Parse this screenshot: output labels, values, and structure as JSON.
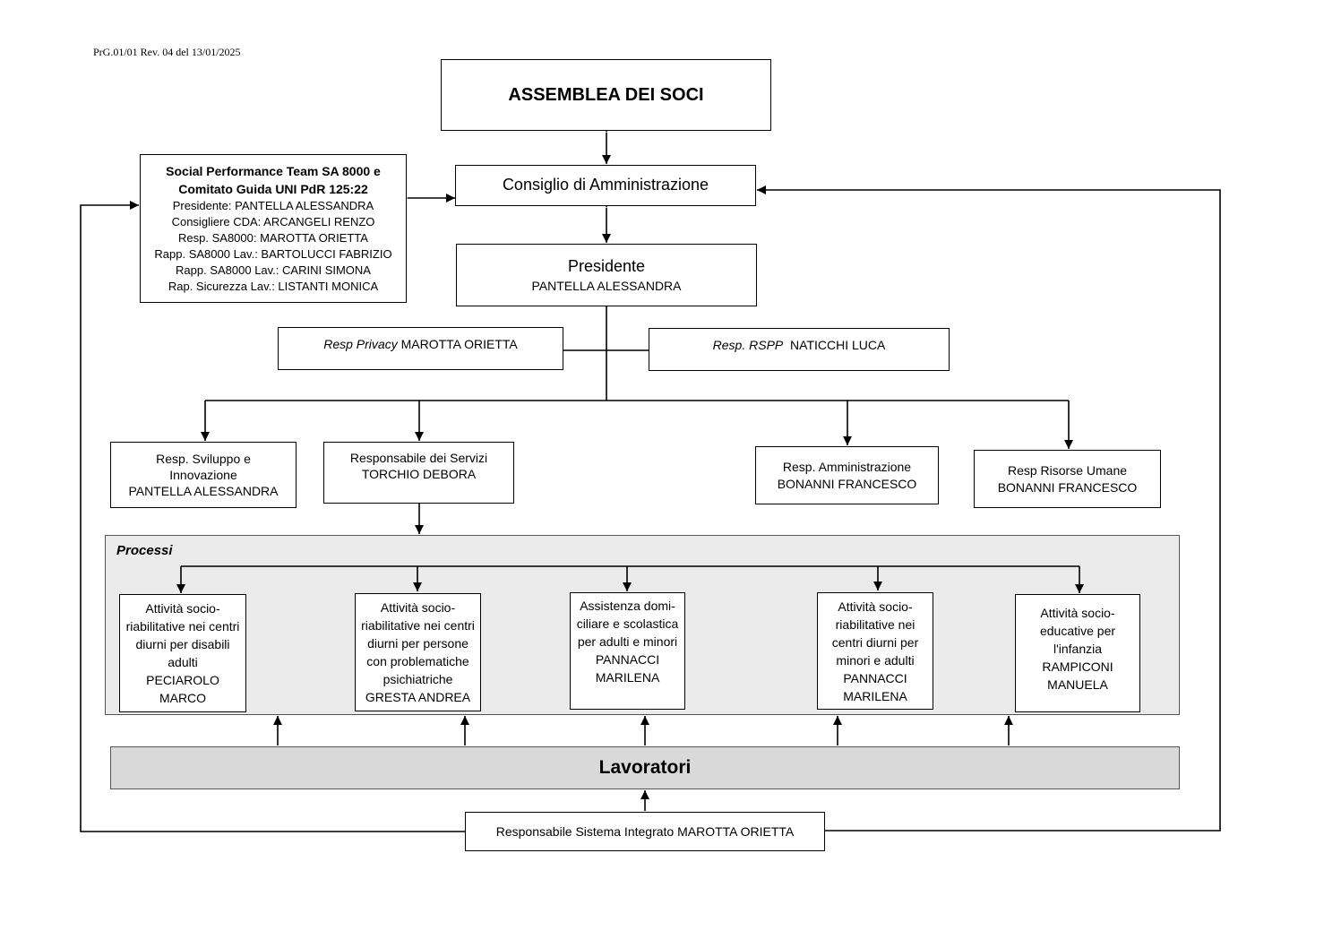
{
  "doc_ref": "PrG.01/01 Rev. 04 del 13/01/2025",
  "assemblea": "ASSEMBLEA DEI SOCI",
  "consiglio": "Consiglio di Amministrazione",
  "team": {
    "title1": "Social Performance Team SA 8000 e",
    "title2": "Comitato Guida UNI PdR 125:22",
    "lines": [
      "Presidente: PANTELLA ALESSANDRA",
      "Consigliere CDA: ARCANGELI RENZO",
      "Resp. SA8000: MAROTTA ORIETTA",
      "Rapp. SA8000 Lav.: BARTOLUCCI FABRIZIO",
      "Rapp. SA8000 Lav.: CARINI SIMONA",
      "Rap. Sicurezza Lav.: LISTANTI MONICA"
    ]
  },
  "presidente": {
    "role": "Presidente",
    "name": "PANTELLA ALESSANDRA"
  },
  "privacy": {
    "role": "Resp Privacy",
    "name": "MAROTTA ORIETTA"
  },
  "rspp": {
    "role": "Resp. RSPP",
    "name": "NATICCHI LUCA"
  },
  "sviluppo": {
    "line1": "Resp. Sviluppo e",
    "line2": "Innovazione",
    "name": "PANTELLA ALESSANDRA"
  },
  "servizi": {
    "role": "Responsabile dei Servizi",
    "name": "TORCHIO DEBORA"
  },
  "amministrazione": {
    "role": "Resp. Amministrazione",
    "name": "BONANNI FRANCESCO"
  },
  "risorse": {
    "role": "Resp Risorse Umane",
    "name": "BONANNI FRANCESCO"
  },
  "processi_label": "Processi",
  "processi": [
    {
      "lines": [
        "Attività socio-",
        "riabilitative nei centri",
        "diurni per disabili",
        "adulti",
        "PECIAROLO",
        "MARCO"
      ]
    },
    {
      "lines": [
        "Attività socio-",
        "riabilitative nei centri",
        "diurni per persone",
        "con problematiche",
        "psichiatriche",
        "GRESTA ANDREA"
      ]
    },
    {
      "lines": [
        "Assistenza domi-",
        "ciliare e scolastica",
        "per adulti e minori",
        "PANNACCI",
        "MARILENA"
      ]
    },
    {
      "lines": [
        "Attività socio-",
        "riabilitative nei",
        "centri diurni per",
        "minori e adulti",
        "PANNACCI",
        "MARILENA"
      ]
    },
    {
      "lines": [
        "Attività socio-",
        "educative per",
        "l'infanzia",
        "RAMPICONI",
        "MANUELA"
      ]
    }
  ],
  "lavoratori": "Lavoratori",
  "sistema_integrato": "Responsabile Sistema Integrato MAROTTA ORIETTA"
}
